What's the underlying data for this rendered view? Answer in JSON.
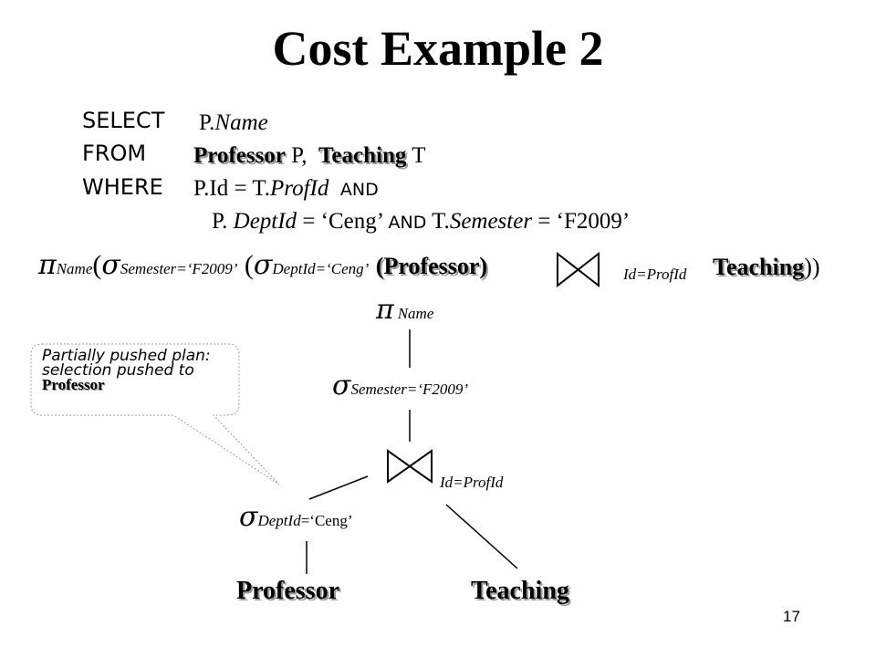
{
  "slide": {
    "title": "Cost Example 2",
    "page_number": "17"
  },
  "query": {
    "select_kw": "SELECT",
    "select_prefix": "P.",
    "select_attr": "Name",
    "from_kw": "FROM",
    "from_table1": "Professor",
    "from_alias1": "P,",
    "from_table2": "Teaching",
    "from_alias2": "T",
    "where_kw": "WHERE",
    "where_cond1_prefix": "P.Id = T.",
    "where_cond1_attr": "ProfId",
    "and1": "AND",
    "where_cond2_prefix": "P.",
    "where_cond2_attr": "DeptId",
    "where_cond2_value": " = ‘Ceng’",
    "and2": "AND",
    "where_cond3_prefix": "T.",
    "where_cond3_attr": "Semester",
    "where_cond3_value": " = ‘F2009’"
  },
  "expression": {
    "pi": "π",
    "pi_sub": "Name",
    "open1": "(",
    "sigma1": "σ",
    "sigma1_sub": "Semester=‘F2009’",
    "open2": "(",
    "sigma2": "σ",
    "sigma2_sub": "DeptId=‘Ceng’",
    "rel1": "(Professor)",
    "join_sub": "Id=ProfId",
    "rel2": "Teaching",
    "close": "))"
  },
  "tree": {
    "root_symbol": "π",
    "root_sub": "Name",
    "selection_symbol": "σ",
    "selection_sub": "Semester=‘F2009’",
    "join_sub": "Id=ProfId",
    "left_selection_symbol": "σ",
    "left_selection_sub_attr": "DeptId",
    "left_selection_sub_value": "=‘Ceng’",
    "leaf_left": "Professor",
    "leaf_right": "Teaching"
  },
  "callout": {
    "text": "Partially pushed plan:  selection pushed to ",
    "highlight": "Professor"
  }
}
